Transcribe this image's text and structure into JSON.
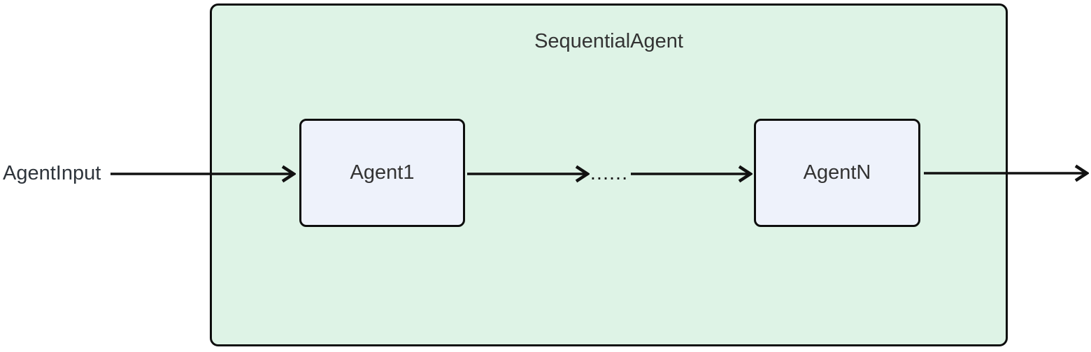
{
  "diagram": {
    "type": "flowchart",
    "direction": "left-to-right",
    "container": {
      "title": "SequentialAgent",
      "fill": "#def3e6",
      "stroke": "#0d0d0d"
    },
    "external_input_label": "AgentInput",
    "ellipsis": "......",
    "nodes": [
      {
        "id": "agent1",
        "label": "Agent1",
        "fill": "#eef2fb",
        "stroke": "#0d0d0d"
      },
      {
        "id": "agentN",
        "label": "AgentN",
        "fill": "#eef2fb",
        "stroke": "#0d0d0d"
      }
    ],
    "edges": [
      {
        "from": "AgentInput",
        "to": "Agent1"
      },
      {
        "from": "Agent1",
        "to": "ellipsis"
      },
      {
        "from": "ellipsis",
        "to": "AgentN"
      },
      {
        "from": "AgentN",
        "to": "output"
      }
    ],
    "colors": {
      "background": "#ffffff",
      "arrow": "#111111",
      "text": "#333333"
    }
  }
}
